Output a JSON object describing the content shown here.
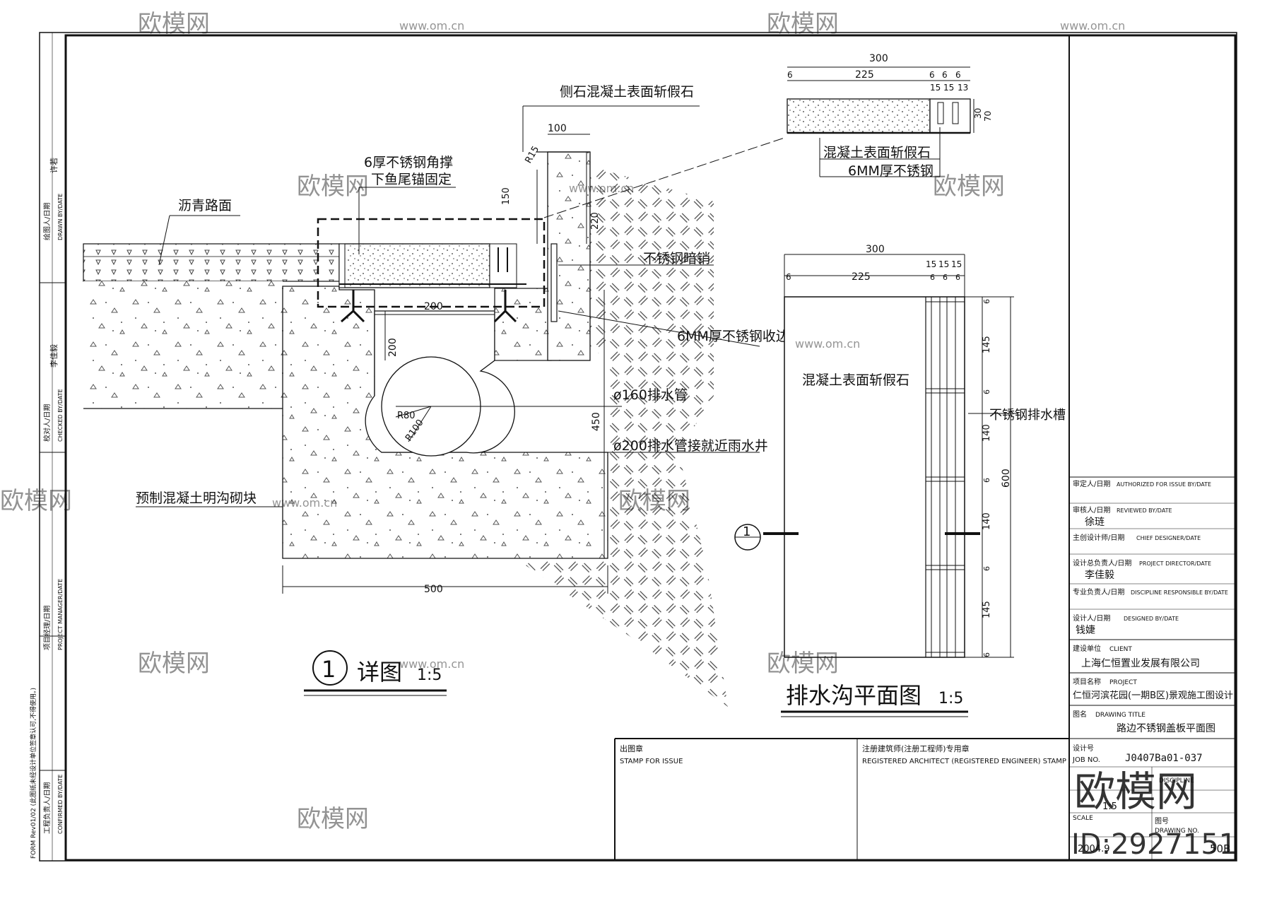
{
  "watermark": {
    "brand": "欧模网",
    "site": "www.om.cn",
    "id_text": "ID:2927151"
  },
  "left_strip": {
    "drawn_by": "绘图人/日期",
    "drawn_by_en": "DRAWN BY/DATE",
    "drawn_name": "许若",
    "checked_by": "校对人/日期",
    "checked_by_en": "CHECKED BY/DATE",
    "checked_name": "李佳毅",
    "project_manager": "项目经理/日期",
    "project_manager_en": "PROJECT MANAGER/DATE",
    "confirmed_by": "工程负责人/日期",
    "confirmed_by_en": "CONFIRMED BY/DATE",
    "form_note": "FORM Rev01/02 (此图纸未经设计单位签章认可,不得使用。)"
  },
  "section": {
    "title_num": "1",
    "title": "详图",
    "scale": "1:5",
    "labels": {
      "curb": "侧石混凝土表面斩假石",
      "angle": "6厚不锈钢角撑",
      "angle2": "下鱼尾锚固定",
      "asphalt": "沥青路面",
      "pin": "不锈钢暗销",
      "edge": "6MM厚不锈钢收边",
      "pipe160": "ø160排水管",
      "pipe200": "ø200排水管接就近雨水井",
      "block": "预制混凝土明沟砌块"
    },
    "dims": {
      "d100": "100",
      "r15": "R15",
      "d150": "150",
      "d220": "220",
      "d200": "200",
      "d200v": "200",
      "r80": "R80",
      "r100": "R100",
      "d450": "450",
      "d500": "500"
    }
  },
  "cover_detail": {
    "dims": {
      "total": "300",
      "d225": "225",
      "d6a": "6",
      "d6b": "6",
      "d6c": "6",
      "d6d": "6",
      "d15a": "15",
      "d15b": "15",
      "d13": "13",
      "d30": "30",
      "d70": "70"
    },
    "label1": "混凝土表面斩假石",
    "label2": "6MM厚不锈钢"
  },
  "plan": {
    "title": "排水沟平面图",
    "scale": "1:5",
    "label_stone": "混凝土表面斩假石",
    "label_grate": "不锈钢排水槽",
    "section_mark": "1",
    "dims_top": {
      "total": "300",
      "d6": "6",
      "d225": "225",
      "d15a": "15",
      "d15b": "15",
      "d15c": "15",
      "d6b": "6",
      "d6c": "6",
      "d6d": "6"
    },
    "dims_side": [
      "6",
      "145",
      "6",
      "140",
      "6",
      "140",
      "6",
      "145",
      "6"
    ],
    "d600": "600"
  },
  "title_block": {
    "authorized": "审定人/日期",
    "authorized_en": "AUTHORIZED FOR ISSUE BY/DATE",
    "reviewed": "审核人/日期",
    "reviewed_en": "REVIEWED BY/DATE",
    "reviewed_name": "徐琏",
    "chief": "主创设计师/日期",
    "chief_en": "CHIEF DESIGNER/DATE",
    "director": "设计总负责人/日期",
    "director_en": "PROJECT DIRECTOR/DATE",
    "director_name": "李佳毅",
    "discipline": "专业负责人/日期",
    "discipline_en": "DISCIPLINE RESPONSIBLE BY/DATE",
    "designed": "设计人/日期",
    "designed_en": "DESIGNED BY/DATE",
    "designed_name": "钱婕",
    "client": "建设单位",
    "client_en": "CLIENT",
    "client_name": "上海仁恒置业发展有限公司",
    "project": "项目名称",
    "project_en": "PROJECT",
    "project_name": "仁恒河滨花园(一期B区)景观施工图设计",
    "drawing": "图名",
    "drawing_en": "DRAWING TITLE",
    "drawing_name": "路边不锈钢盖板平面图",
    "job": "设计号",
    "job_en": "JOB NO.",
    "job_no": "J0407Ba01-037",
    "discipline2": "DISCIPLINE",
    "scale_label": "SCALE",
    "scale_val": "1:5",
    "drawing_no_label": "图号",
    "drawing_no_en": "DRAWING NO.",
    "drawing_no": "50B",
    "date_val": "2004.9",
    "stamp": "出图章",
    "stamp_en": "STAMP FOR ISSUE",
    "reg": "注册建筑师(注册工程师)专用章",
    "reg_en": "REGISTERED ARCHITECT (REGISTERED ENGINEER) STAMP"
  }
}
